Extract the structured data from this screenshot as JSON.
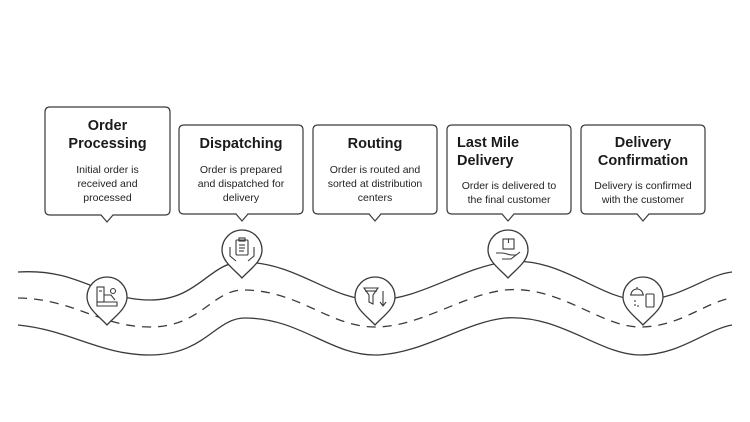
{
  "colors": {
    "stroke": "#3a3a3a",
    "text": "#1a1a1a",
    "background": "#ffffff"
  },
  "steps": [
    {
      "title": "Order Processing",
      "description": "Initial order is received and processed",
      "icon": "packing-machine-icon"
    },
    {
      "title": "Dispatching",
      "description": "Order is prepared and dispatched for delivery",
      "icon": "clipboard-hands-icon"
    },
    {
      "title": "Routing",
      "description": "Order is routed and sorted at distribution centers",
      "icon": "funnel-sort-icon"
    },
    {
      "title": "Last Mile Delivery",
      "description": "Order is delivered to the final customer",
      "icon": "hand-box-icon"
    },
    {
      "title": "Delivery Confirmation",
      "description": "Delivery is confirmed with the customer",
      "icon": "cloche-phone-icon"
    }
  ]
}
